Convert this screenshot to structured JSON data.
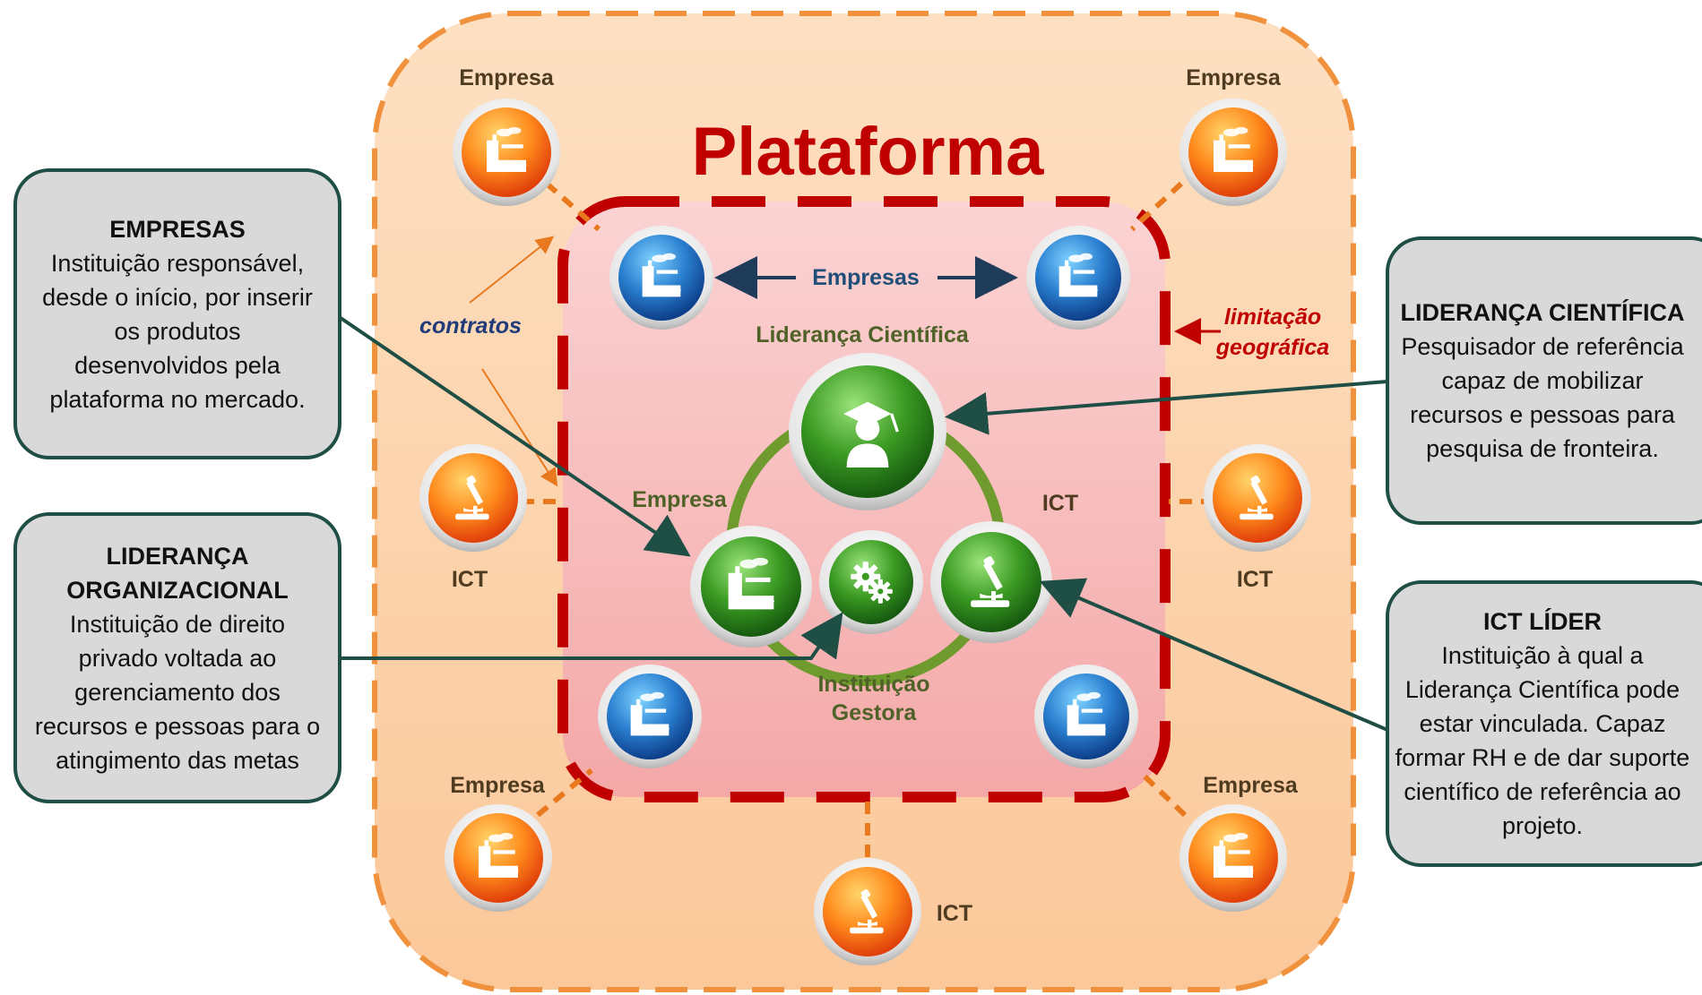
{
  "title": "Plataforma",
  "labels": {
    "empresas_arrow": "Empresas",
    "lideranca_cientifica": "Liderança Científica",
    "empresa_inner": "Empresa",
    "ict_inner": "ICT",
    "instituicao_gestora_line1": "Instituição",
    "instituicao_gestora_line2": "Gestora",
    "contratos": "contratos",
    "limitacao_line1": "limitação",
    "limitacao_line2": "geográfica",
    "empresa_tl": "Empresa",
    "empresa_tr": "Empresa",
    "empresa_bl": "Empresa",
    "empresa_br": "Empresa",
    "ict_left": "ICT",
    "ict_right": "ICT",
    "ict_bottom": "ICT"
  },
  "callouts": {
    "empresas": {
      "title": "EMPRESAS",
      "lines": [
        "Instituição responsável,",
        "desde o início, por inserir",
        "os produtos",
        "desenvolvidos pela",
        "plataforma no mercado."
      ]
    },
    "lideranca_organizacional": {
      "title1": "LIDERANÇA",
      "title2": "ORGANIZACIONAL",
      "lines": [
        "Instituição de direito",
        "privado voltada ao",
        "gerenciamento dos",
        "recursos e pessoas para o",
        "atingimento das metas"
      ]
    },
    "lideranca_cientifica": {
      "title": "LIDERANÇA CIENTÍFICA",
      "lines": [
        "Pesquisador de referência",
        "capaz de mobilizar",
        "recursos e pessoas para",
        "pesquisa de fronteira."
      ]
    },
    "ict_lider": {
      "title": "ICT LÍDER",
      "lines": [
        "Instituição à qual a",
        "Liderança Científica pode",
        "estar vinculada. Capaz",
        "formar RH e de dar suporte",
        "científico de referência ao",
        "projeto."
      ]
    }
  },
  "colors": {
    "outer_fill": "#fcd3aa",
    "outer_border": "#f0913e",
    "inner_fill": "#f7b7b7",
    "inner_border": "#c00000",
    "title": "#c00000",
    "green_label": "#4f6228",
    "blue_label": "#1f4e79",
    "callout_fill": "#d9d9d9",
    "callout_border": "#1f4e45"
  },
  "icons": {
    "orange_factory": "factory-icon",
    "blue_factory": "factory-icon",
    "green_factory": "factory-icon",
    "microscope": "microscope-icon",
    "scientist": "scientist-icon",
    "gears": "gears-icon"
  }
}
